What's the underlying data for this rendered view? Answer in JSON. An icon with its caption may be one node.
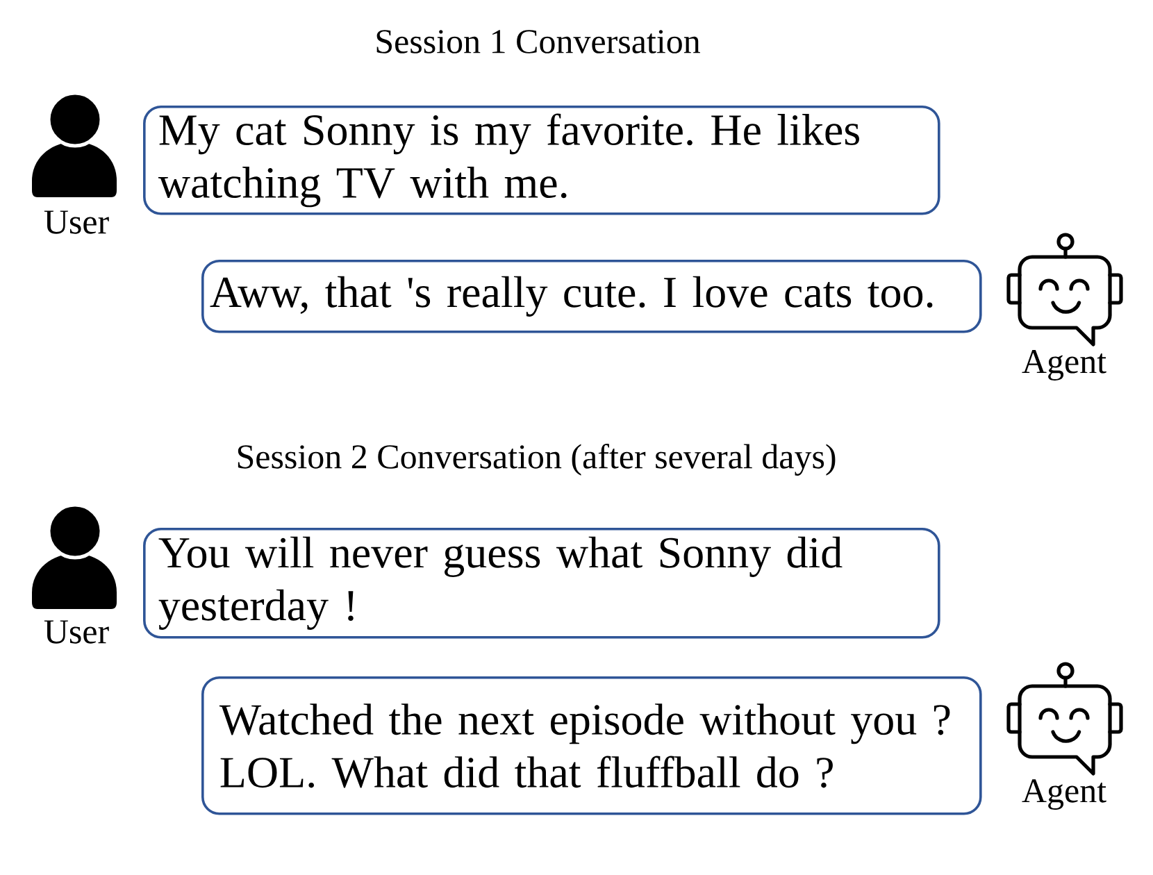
{
  "diagram": {
    "nodes": [
      {
        "text": [
          "My cat Sonny is my favorite. He likes watching TV with me."
        ]
      },
      {
        "text": [
          "Aww, that 's really cute. I love cats too."
        ]
      },
      {
        "text": [
          "You will never guess what Sonny did yesterday !"
        ]
      },
      {
        "text": [
          "Watched the next episode without you ? LOL. What did that fluffball do ?"
        ]
      }
    ],
    "labels": [
      "Session 1 Conversation",
      "User",
      "Agent",
      "Session 2 Conversation (after several days)",
      "User",
      "Agent"
    ]
  }
}
